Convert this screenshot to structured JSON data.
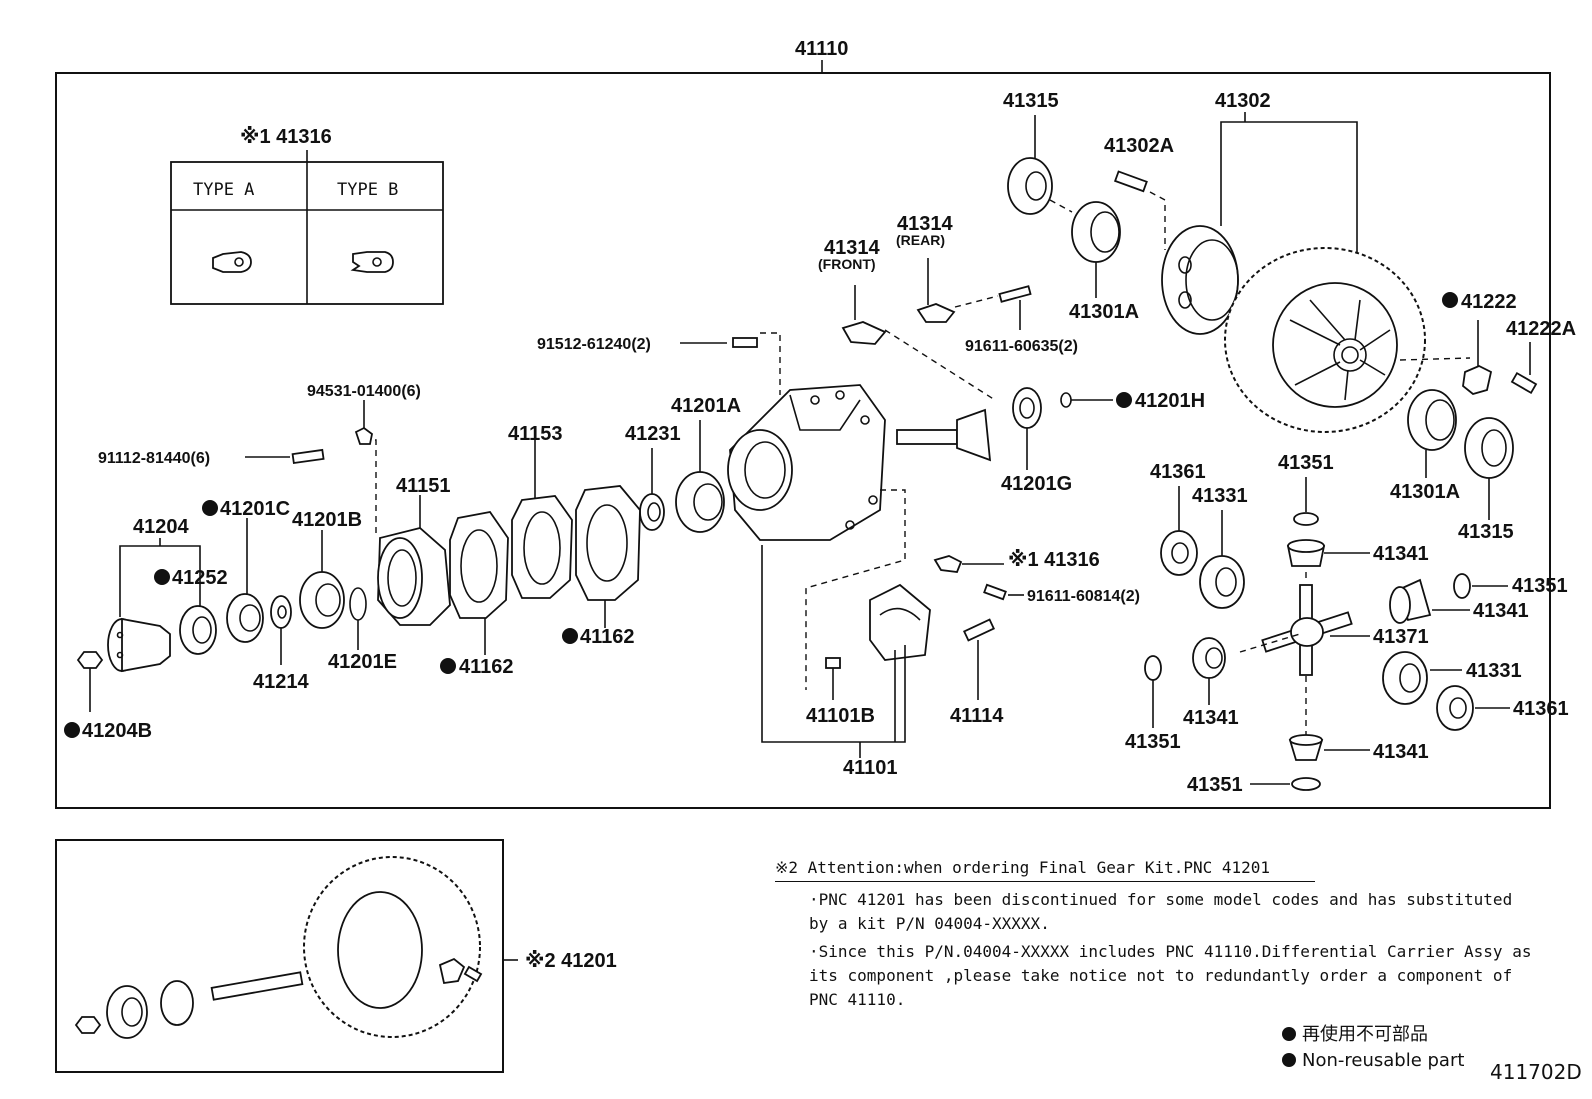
{
  "top_label": "41110",
  "type_box": {
    "label": "※1 41316",
    "type_a": "TYPE A",
    "type_b": "TYPE B"
  },
  "parts": {
    "p41315_top": "41315",
    "p41302": "41302",
    "p41302A": "41302A",
    "p41301A_top": "41301A",
    "p41314_front": "41314",
    "p41314_front_note": "(FRONT)",
    "p41314_rear": "41314",
    "p41314_rear_note": "(REAR)",
    "p91611_60635": "91611-60635(2)",
    "p91512_61240": "91512-61240(2)",
    "p41222": "41222",
    "p41222A": "41222A",
    "p94531_01400": "94531-01400(6)",
    "p91112_81440": "91112-81440(6)",
    "p41201A": "41201A",
    "p41231": "41231",
    "p41153": "41153",
    "p41151": "41151",
    "p41201C": "41201C",
    "p41201B": "41201B",
    "p41204": "41204",
    "p41252": "41252",
    "p41201H": "41201H",
    "p41201G": "41201G",
    "p41301A_right": "41301A",
    "p41315_right": "41315",
    "p41361_top": "41361",
    "p41331_top": "41331",
    "p41351_top": "41351",
    "p41341_top": "41341",
    "p41316_mid": "※1 41316",
    "p91611_60814": "91611-60814(2)",
    "p41351_right": "41351",
    "p41341_right": "41341",
    "p41371": "41371",
    "p41331_right": "41331",
    "p41361_right": "41361",
    "p41341_bot": "41341",
    "p41341_left": "41341",
    "p41351_left": "41351",
    "p41351_bot": "41351",
    "p41162_left": "41162",
    "p41162_right": "41162",
    "p41214": "41214",
    "p41201E": "41201E",
    "p41204B": "41204B",
    "p41101B": "41101B",
    "p41114": "41114",
    "p41101": "41101"
  },
  "inset": {
    "label": "※2 41201"
  },
  "attention": {
    "title": "※2 Attention:when ordering Final Gear Kit.PNC 41201",
    "line1a": "·PNC 41201 has been discontinued for some model codes and has substituted",
    "line1b": "by a kit P/N 04004-XXXXX.",
    "line2a": "·Since this P/N.04004-XXXXX includes PNC 41110.Differential Carrier Assy as",
    "line2b": "its component ,please take notice not to redundantly order a component of",
    "line2c": "PNC 41110."
  },
  "legend": {
    "jp": "再使用不可部品",
    "en": "Non-reusable part"
  },
  "figure_code": "411702D"
}
